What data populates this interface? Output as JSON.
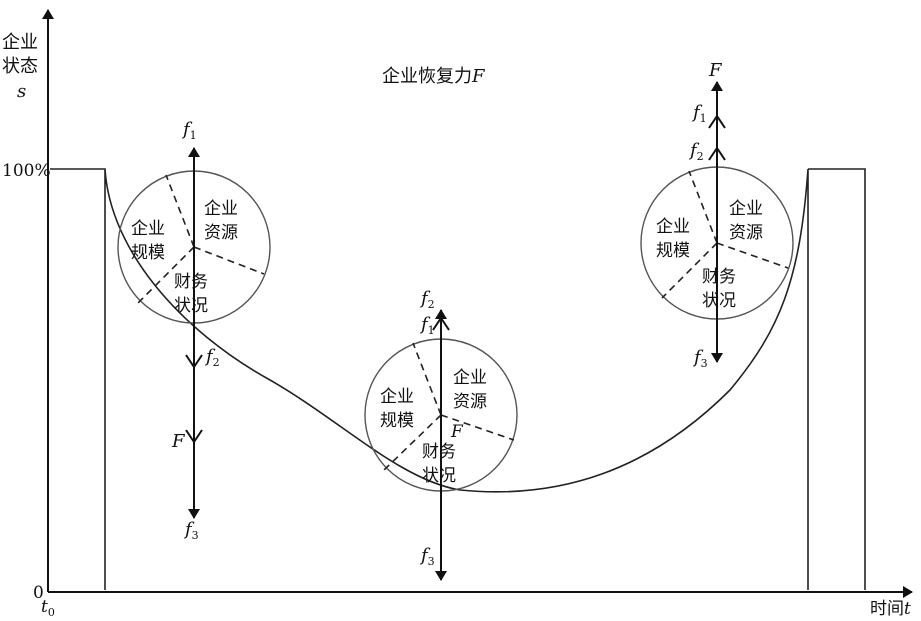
{
  "axes": {
    "y_label_line1": "企业",
    "y_label_line2": "状态",
    "y_var": "s",
    "y_tick_100": "100%",
    "origin": "0",
    "x_tick_t0": "t",
    "x_tick_t0_sub": "0",
    "x_label": "时间",
    "x_var": "t"
  },
  "title": "企业恢复力",
  "title_var": "F",
  "circle": {
    "resource_l1": "企业",
    "resource_l2": "资源",
    "scale_l1": "企业",
    "scale_l2": "规模",
    "finance_l1": "财务",
    "finance_l2": "状况"
  },
  "forces": {
    "f": "f",
    "F": "F",
    "s1": "1",
    "s2": "2",
    "s3": "3"
  }
}
